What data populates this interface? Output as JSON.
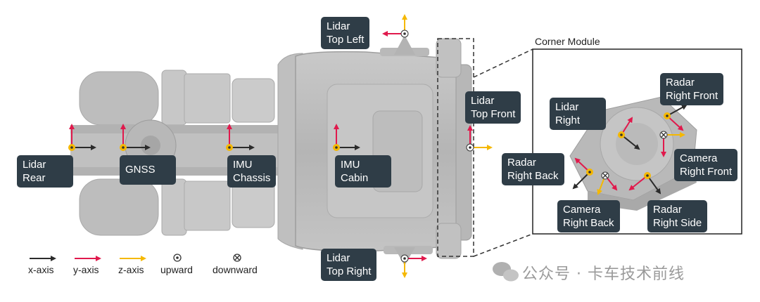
{
  "labels": {
    "lidar_top_left": [
      "Lidar",
      "Top Left"
    ],
    "lidar_top_front": [
      "Lidar",
      "Top Front"
    ],
    "lidar_rear": [
      "Lidar",
      "Rear"
    ],
    "gnss": [
      "GNSS"
    ],
    "imu_chassis": [
      "IMU",
      "Chassis"
    ],
    "imu_cabin": [
      "IMU",
      "Cabin"
    ],
    "lidar_top_right": [
      "Lidar",
      "Top Right"
    ],
    "lidar_right": [
      "Lidar",
      "Right"
    ],
    "radar_right_front": [
      "Radar",
      "Right Front"
    ],
    "radar_right_back": [
      "Radar",
      "Right Back"
    ],
    "camera_right_front": [
      "Camera",
      "Right Front"
    ],
    "camera_right_back": [
      "Camera",
      "Right Back"
    ],
    "radar_right_side": [
      "Radar",
      "Right Side"
    ]
  },
  "corner_module_title": "Corner Module",
  "legend": {
    "x_axis": "x-axis",
    "y_axis": "y-axis",
    "z_axis": "z-axis",
    "upward": "upward",
    "downward": "downward"
  },
  "colors": {
    "x_axis": "#2b2b2b",
    "y_axis": "#e0194c",
    "z_axis": "#f5b800",
    "label_bg": "#2f3d47"
  },
  "watermark": "公众号 · 卡车技术前线"
}
